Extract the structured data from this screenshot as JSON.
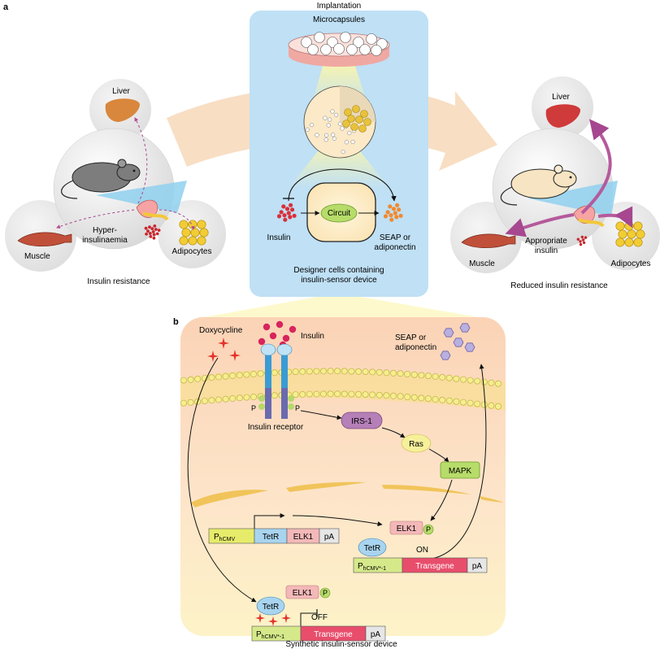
{
  "panel_a": {
    "label": "a",
    "implantation_title": "Implantation",
    "microcapsules": "Microcapsules",
    "circuit": "Circuit",
    "insulin": "Insulin",
    "output_line1": "SEAP or",
    "output_line2": "adiponectin",
    "cells_line1": "Designer cells containing",
    "cells_line2": "insulin-sensor device",
    "left": {
      "liver": "Liver",
      "muscle": "Muscle",
      "adipocytes": "Adipocytes",
      "hyper_line1": "Hyper-",
      "hyper_line2": "insulinaemia",
      "caption": "Insulin resistance"
    },
    "right": {
      "liver": "Liver",
      "muscle": "Muscle",
      "adipocytes": "Adipocytes",
      "appropriate_line1": "Appropriate",
      "appropriate_line2": "insulin",
      "caption": "Reduced insulin resistance"
    }
  },
  "panel_b": {
    "label": "b",
    "doxycycline": "Doxycycline",
    "insulin": "Insulin",
    "output_line1": "SEAP or",
    "output_line2": "adiponectin",
    "receptor": "Insulin receptor",
    "p": "P",
    "irs1": "IRS-1",
    "ras": "Ras",
    "mapk": "MAPK",
    "elk1": "ELK1",
    "tetr": "TetR",
    "pa": "pA",
    "on": "ON",
    "off": "OFF",
    "transgene": "Transgene",
    "p_letter": "P",
    "promoter_hcmv_sub": "hCMV",
    "promoter_tre_sub": "hCMV*-1",
    "caption": "Synthetic insulin-sensor device"
  },
  "colors": {
    "blue_panel": "#bfe0f5",
    "peach_panel": "#fbd8be",
    "membrane_yellow": "#f3ee8a",
    "transgene_red": "#e84e6c",
    "tetr_blue": "#a8d4ef",
    "elk1_pink": "#f4b8b8",
    "mapk_green": "#b7dc6a",
    "irs1_purple": "#b57fb7",
    "ras_yellow": "#f6f09a",
    "insulin_red": "#d8245c",
    "arrow_magenta": "#b5498f"
  },
  "icons": [
    "mouse-icon",
    "liver-icon",
    "muscle-icon",
    "adipocytes-icon",
    "pancreas-icon",
    "microcapsule-dish-icon",
    "capsule-section-icon",
    "receptor-icon",
    "doxycycline-star-icon",
    "seap-hexagon-icon"
  ]
}
